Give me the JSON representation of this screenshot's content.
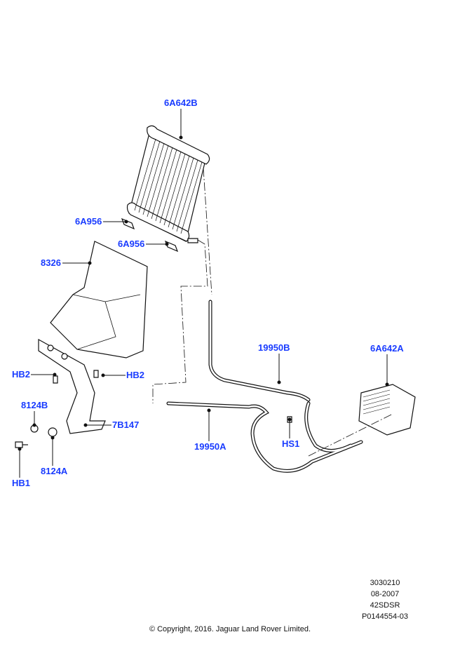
{
  "callouts": {
    "oil_cooler_main": "6A642B",
    "bracket_upper": "6A956",
    "bracket_lower": "6A956",
    "air_deflector": "8326",
    "bolt_hb2_left": "HB2",
    "bolt_hb2_right": "HB2",
    "washer": "8124B",
    "support_bracket": "7B147",
    "hose_upper": "19950B",
    "oil_cooler_aux": "6A642A",
    "clip": "HS1",
    "hose_lower": "19950A",
    "spacer": "8124A",
    "bolt_hb1": "HB1"
  },
  "meta": {
    "code": "3030210",
    "date": "08-2007",
    "model": "42SDSR",
    "ref": "P0144554-03"
  },
  "copyright": "© Copyright, 2016. Jaguar Land Rover Limited.",
  "colors": {
    "callout": "#1a3cff",
    "line": "#111111"
  }
}
